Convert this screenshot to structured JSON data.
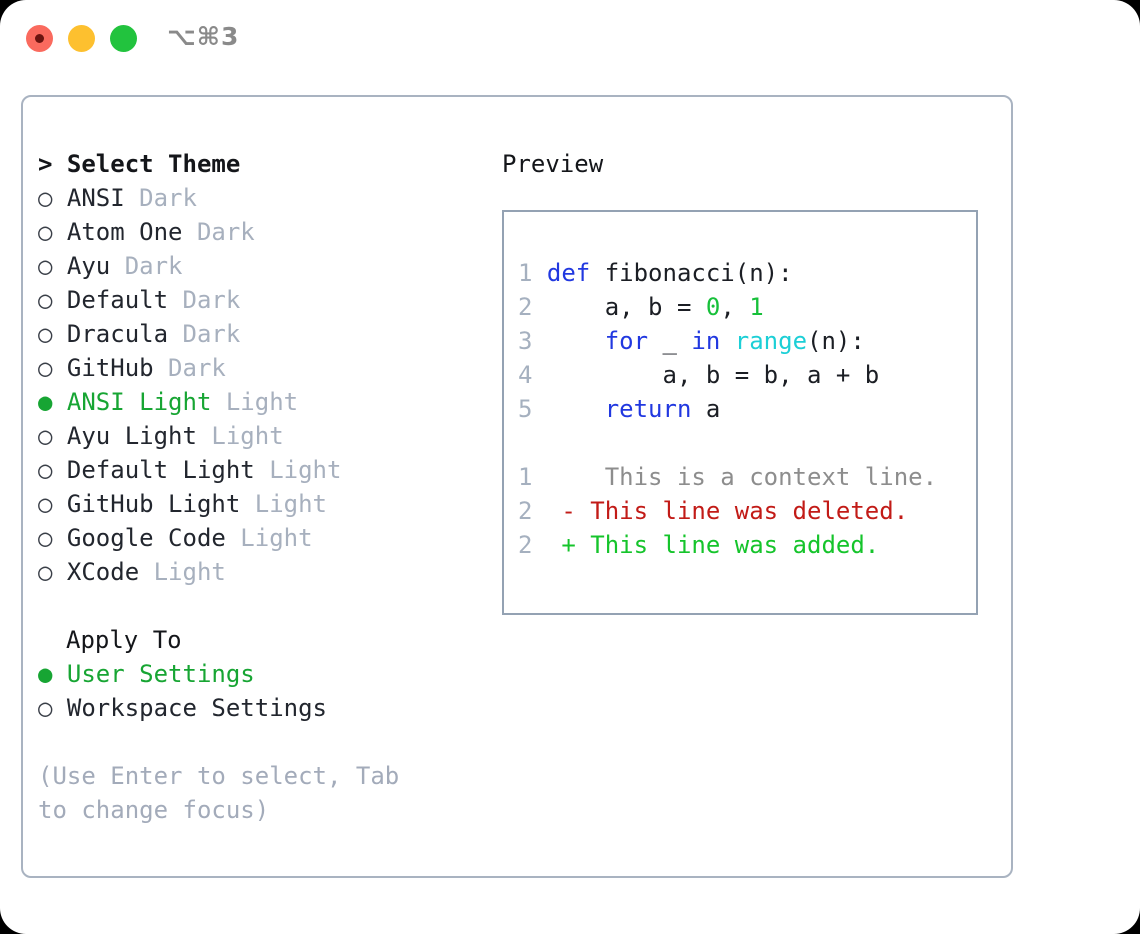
{
  "window": {
    "shortcut_label": "⌥⌘3",
    "traffic_lights": [
      {
        "name": "close",
        "color": "#fa6a5e"
      },
      {
        "name": "minimize",
        "color": "#fdc02f"
      },
      {
        "name": "maximize",
        "color": "#22c33e"
      }
    ]
  },
  "theme_picker": {
    "title": "> Select Theme",
    "items": [
      {
        "marker": "○",
        "name": "ANSI",
        "category": "Dark",
        "selected": false
      },
      {
        "marker": "○",
        "name": "Atom One",
        "category": "Dark",
        "selected": false
      },
      {
        "marker": "○",
        "name": "Ayu",
        "category": "Dark",
        "selected": false
      },
      {
        "marker": "○",
        "name": "Default",
        "category": "Dark",
        "selected": false
      },
      {
        "marker": "○",
        "name": "Dracula",
        "category": "Dark",
        "selected": false
      },
      {
        "marker": "○",
        "name": "GitHub",
        "category": "Dark",
        "selected": false
      },
      {
        "marker": "●",
        "name": "ANSI Light",
        "category": "Light",
        "selected": true
      },
      {
        "marker": "○",
        "name": "Ayu Light",
        "category": "Light",
        "selected": false
      },
      {
        "marker": "○",
        "name": "Default Light",
        "category": "Light",
        "selected": false
      },
      {
        "marker": "○",
        "name": "GitHub Light",
        "category": "Light",
        "selected": false
      },
      {
        "marker": "○",
        "name": "Google Code",
        "category": "Light",
        "selected": false
      },
      {
        "marker": "○",
        "name": "XCode",
        "category": "Light",
        "selected": false
      }
    ]
  },
  "apply_to": {
    "title": "Apply To",
    "options": [
      {
        "marker": "●",
        "label": "User Settings",
        "selected": true
      },
      {
        "marker": "○",
        "label": "Workspace Settings",
        "selected": false
      }
    ]
  },
  "hint": "(Use Enter to select, Tab to change focus)",
  "preview": {
    "title": "Preview",
    "code_lines": [
      {
        "num": "1",
        "tokens": [
          {
            "text": "def ",
            "type": "kw"
          },
          {
            "text": "fibonacci(n):",
            "type": "plain"
          }
        ]
      },
      {
        "num": "2",
        "tokens": [
          {
            "text": "    a, b = ",
            "type": "plain"
          },
          {
            "text": "0",
            "type": "num"
          },
          {
            "text": ", ",
            "type": "plain"
          },
          {
            "text": "1",
            "type": "num"
          }
        ]
      },
      {
        "num": "3",
        "tokens": [
          {
            "text": "    ",
            "type": "plain"
          },
          {
            "text": "for",
            "type": "kw"
          },
          {
            "text": " _ ",
            "type": "plain"
          },
          {
            "text": "in",
            "type": "kw"
          },
          {
            "text": " ",
            "type": "plain"
          },
          {
            "text": "range",
            "type": "fn"
          },
          {
            "text": "(n):",
            "type": "plain"
          }
        ]
      },
      {
        "num": "4",
        "tokens": [
          {
            "text": "        a, b = b, a + b",
            "type": "plain"
          }
        ]
      },
      {
        "num": "5",
        "tokens": [
          {
            "text": "    ",
            "type": "plain"
          },
          {
            "text": "return",
            "type": "kw"
          },
          {
            "text": " a",
            "type": "plain"
          }
        ]
      }
    ],
    "diff_lines": [
      {
        "num": "1",
        "sign": " ",
        "text": "  This is a context line.",
        "kind": "context"
      },
      {
        "num": "2",
        "sign": "-",
        "text": " This line was deleted.",
        "kind": "deleted"
      },
      {
        "num": "2",
        "sign": "+",
        "text": " This line was added.",
        "kind": "added"
      }
    ]
  },
  "colors": {
    "accent_green": "#17a533",
    "panel_border": "#a9b3c1",
    "preview_border": "#94a2b3",
    "muted_text": "#a7b0be",
    "keyword_blue": "#2138e0",
    "function_cyan": "#1ccfd6",
    "number_green": "#17c03a",
    "diff_delete_red": "#c21b17",
    "diff_add_green": "#15c42b"
  }
}
